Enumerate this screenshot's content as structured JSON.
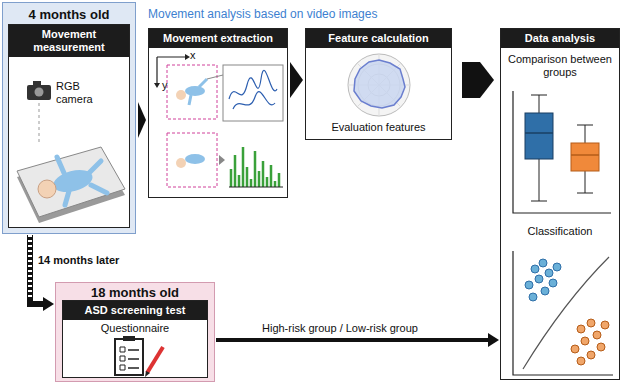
{
  "diagram": {
    "nodes": [
      {
        "text": [
          "4 months old"
        ]
      },
      {
        "text": [
          "Movement measurement"
        ],
        "in": 0
      },
      {
        "text": [
          "18 months old"
        ]
      },
      {
        "text": [
          "ASD screening test",
          "Questionnaire"
        ],
        "in": 2
      },
      {
        "text": [
          "Movement extraction"
        ]
      },
      {
        "text": [
          "Feature calculation",
          "Evaluation features"
        ]
      },
      {
        "text": [
          "Data analysis",
          "Comparison between groups",
          "Classification"
        ]
      }
    ],
    "edges": [
      {
        "from": 0,
        "to": 4,
        "arrow": "to"
      },
      {
        "from": 4,
        "to": 5,
        "arrow": "to"
      },
      {
        "from": 5,
        "to": 6,
        "arrow": "to"
      },
      {
        "from": 0,
        "to": 2,
        "label": "14 months later",
        "arrow": "to"
      },
      {
        "from": 2,
        "to": 6,
        "label": "High-risk group / Low-risk group",
        "arrow": "to"
      }
    ],
    "labels": [
      "Movement analysis based on video images",
      "RGB camera",
      "x",
      "y"
    ]
  }
}
